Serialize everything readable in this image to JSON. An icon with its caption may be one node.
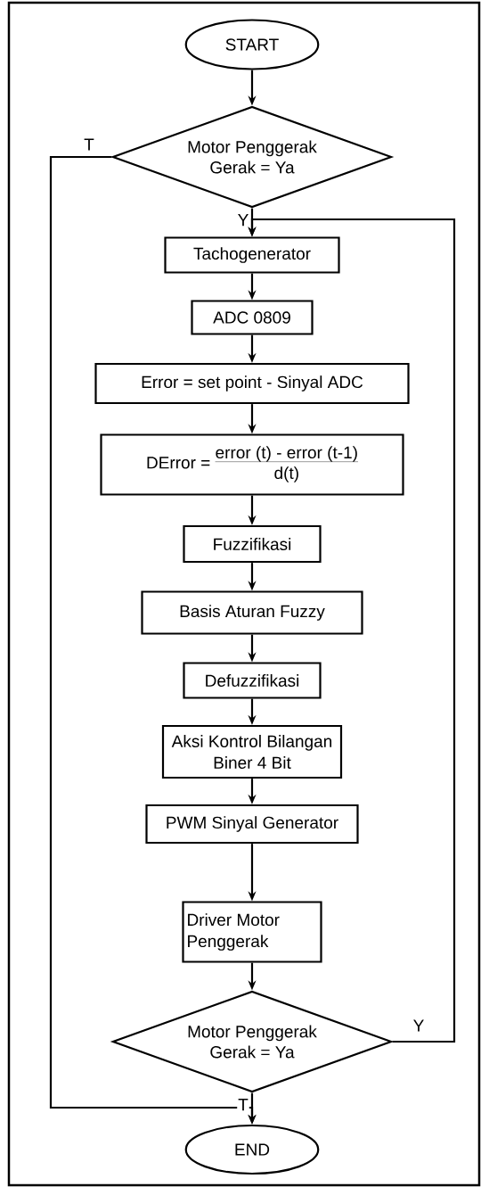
{
  "diagram": {
    "nodes": [
      {
        "text": [
          "START"
        ]
      },
      {
        "text": [
          "Motor Penggerak Gerak = Ya"
        ]
      },
      {
        "text": [
          "Tachogenerator"
        ]
      },
      {
        "text": [
          "ADC 0809"
        ]
      },
      {
        "text": [
          "Error = set point - Sinyal ADC"
        ]
      },
      {
        "text": [
          "DError =",
          "error (t) - error (t-1)",
          "d(t)"
        ]
      },
      {
        "text": [
          "Fuzzifikasi"
        ]
      },
      {
        "text": [
          "Basis Aturan Fuzzy"
        ]
      },
      {
        "text": [
          "Defuzzifikasi"
        ]
      },
      {
        "text": [
          "Aksi Kontrol Bilangan Biner 4 Bit"
        ]
      },
      {
        "text": [
          "PWM Sinyal Generator"
        ]
      },
      {
        "text": [
          "Driver Motor Penggerak"
        ]
      },
      {
        "text": [
          "Motor Penggerak Gerak = Ya"
        ]
      },
      {
        "text": [
          "END"
        ]
      }
    ],
    "edges": [
      {
        "from": 0,
        "to": 1,
        "arrow": "to"
      },
      {
        "from": 1,
        "to": 2,
        "arrow": "to",
        "label": "Y"
      },
      {
        "from": 2,
        "to": 3,
        "arrow": "to"
      },
      {
        "from": 3,
        "to": 4,
        "arrow": "to"
      },
      {
        "from": 4,
        "to": 5,
        "arrow": "to"
      },
      {
        "from": 5,
        "to": 6,
        "arrow": "to"
      },
      {
        "from": 6,
        "to": 7,
        "arrow": "to"
      },
      {
        "from": 7,
        "to": 8,
        "arrow": "to"
      },
      {
        "from": 8,
        "to": 9,
        "arrow": "to"
      },
      {
        "from": 9,
        "to": 10,
        "arrow": "to"
      },
      {
        "from": 10,
        "to": 11,
        "arrow": "to"
      },
      {
        "from": 11,
        "to": 12,
        "arrow": "to"
      },
      {
        "from": 12,
        "to": 2,
        "arrow": "to",
        "label": "Y"
      },
      {
        "from": 1,
        "to": 13,
        "arrow": "to",
        "label": "T"
      },
      {
        "from": 12,
        "to": 13,
        "arrow": "to",
        "label": "T"
      }
    ]
  }
}
